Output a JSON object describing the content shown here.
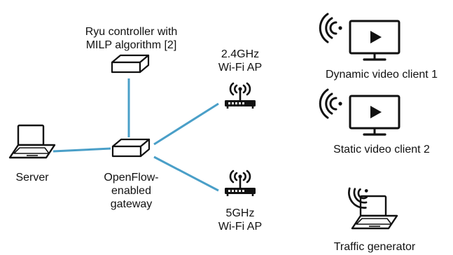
{
  "labels": {
    "controller": [
      "Ryu controller with",
      "MILP algorithm [2]"
    ],
    "ap24": [
      "2.4GHz",
      "Wi-Fi AP"
    ],
    "ap5": [
      "5GHz",
      "Wi-Fi AP"
    ],
    "server": "Server",
    "gateway": [
      "OpenFlow-",
      "enabled",
      "gateway"
    ],
    "client1": "Dynamic video client 1",
    "client2": "Static video client 2",
    "traffic": "Traffic generator"
  },
  "colors": {
    "link": "#4A9FC8",
    "stroke": "#111111",
    "device_fill": "#ffffff"
  },
  "icons": {
    "controller": "network-box-icon",
    "gateway": "network-box-icon",
    "server": "laptop-icon",
    "ap24": "wifi-router-icon",
    "ap5": "wifi-router-icon",
    "client1": "wireless-tv-play-icon",
    "client2": "wireless-tv-play-icon",
    "traffic": "wireless-laptop-icon"
  }
}
